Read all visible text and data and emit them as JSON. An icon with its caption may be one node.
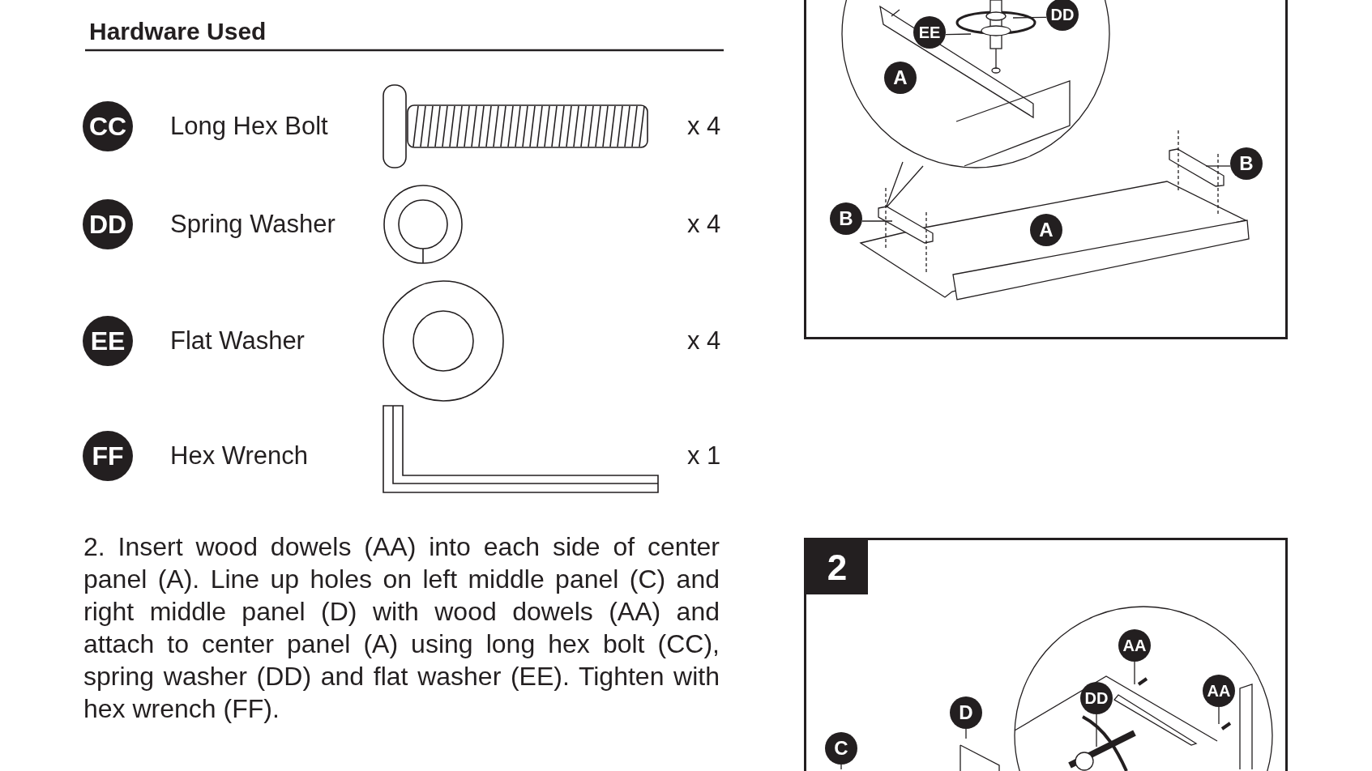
{
  "diagram": {
    "title": "Hardware Used",
    "nodes": [
      {
        "text": [
          "CC"
        ],
        "beside": [
          "Long Hex Bolt"
        ]
      },
      {
        "text": [
          "DD"
        ],
        "beside": [
          "Spring Washer"
        ]
      },
      {
        "text": [
          "EE"
        ],
        "beside": [
          "Flat Washer"
        ]
      },
      {
        "text": [
          "FF"
        ],
        "beside": [
          "Hex Wrench"
        ]
      },
      {
        "text": [],
        "shape": "box"
      },
      {
        "text": [
          "DD"
        ],
        "in": 4
      },
      {
        "text": [
          "EE"
        ],
        "in": 4
      },
      {
        "text": [
          "A"
        ],
        "in": 4
      },
      {
        "text": [
          "B"
        ],
        "in": 4
      },
      {
        "text": [
          "B"
        ],
        "in": 4
      },
      {
        "text": [
          "A"
        ],
        "in": 4
      },
      {
        "text": [
          "2"
        ]
      },
      {
        "text": [
          "AA"
        ],
        "in": 11
      },
      {
        "text": [
          "AA"
        ],
        "in": 11
      },
      {
        "text": [
          "DD"
        ],
        "in": 11
      },
      {
        "text": [
          "D"
        ],
        "in": 11
      },
      {
        "text": [
          "C"
        ],
        "in": 11
      }
    ],
    "edges": [
      {
        "from": 5,
        "to": null,
        "arrow": "none"
      },
      {
        "from": 6,
        "to": null,
        "arrow": "none"
      },
      {
        "from": 8,
        "to": null,
        "arrow": "none"
      },
      {
        "from": 9,
        "to": null,
        "arrow": "none"
      },
      {
        "from": 12,
        "to": null,
        "arrow": "none"
      },
      {
        "from": 13,
        "to": null,
        "arrow": "none"
      },
      {
        "from": 14,
        "to": null,
        "arrow": "none"
      },
      {
        "from": 15,
        "to": null,
        "arrow": "none"
      },
      {
        "from": 16,
        "to": null,
        "arrow": "none"
      }
    ],
    "labels": [
      "x 4",
      "x 4",
      "x 4",
      "x 1",
      "2. Insert wood dowels (AA) into each side of center panel (A). Line up holes on left middle panel (C) and right middle panel (D) with wood dowels (AA) and attach to center panel (A) using long hex bolt (CC), spring washer (DD) and flat washer (EE). Tighten with hex wrench (FF)."
    ]
  }
}
